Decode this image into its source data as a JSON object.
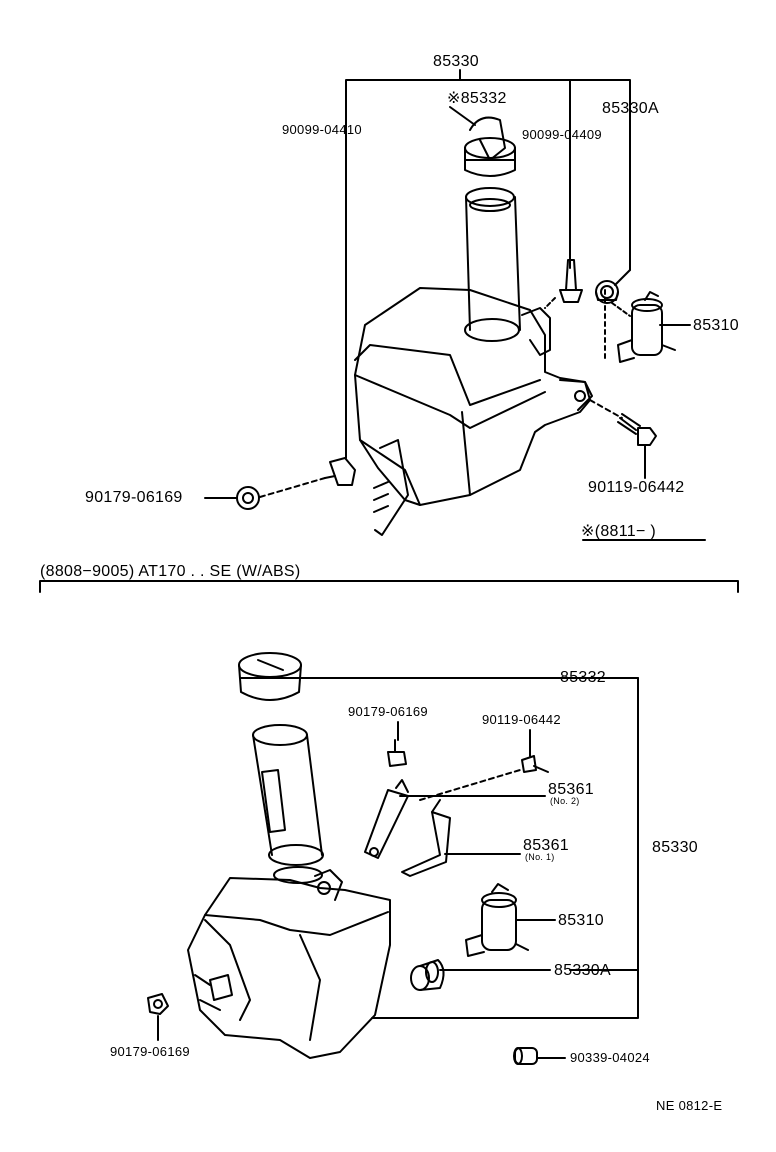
{
  "upper": {
    "assy": "85330",
    "cap": "※85332",
    "nozzle": "90099-04410",
    "hose": "90099-04409",
    "grommet": "85330A",
    "pump": "85310",
    "bolt": "90119-06442",
    "nut": "90179-06169",
    "applicability": "※(8811−        )"
  },
  "section_header": "(8808−9005) AT170 . . SE (W/ABS)",
  "lower": {
    "cap": "85332",
    "nut_a": "90179-06169",
    "bolt": "90119-06442",
    "bracket_2": "85361",
    "bracket_2_note": "(No. 2)",
    "bracket_1": "85361",
    "bracket_1_note": "(No. 1)",
    "assy": "85330",
    "pump": "85310",
    "grommet": "85330A",
    "nut_b": "90179-06169",
    "hose": "90339-04024"
  },
  "code": "NE 0812-E"
}
